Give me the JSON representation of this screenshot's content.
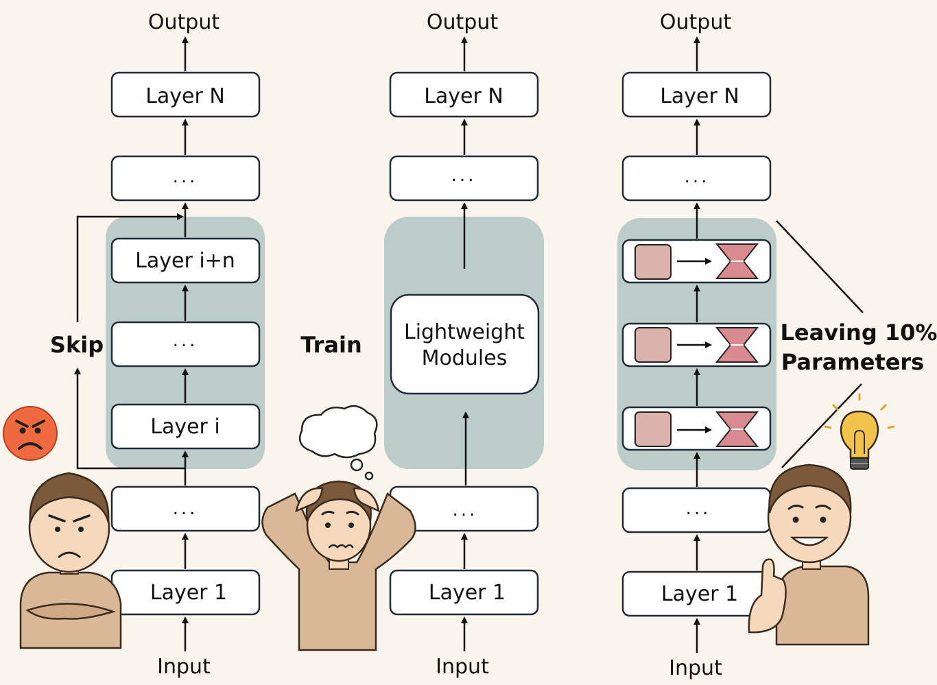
{
  "columns": [
    {
      "output_label": "Output",
      "input_label": "Input",
      "side_label": "Skip",
      "layers": [
        "Layer N",
        "...",
        "Layer i+n",
        "...",
        "Layer i",
        "...",
        "Layer 1"
      ]
    },
    {
      "output_label": "Output",
      "input_label": "Input",
      "side_label": "Train",
      "layers": [
        "Layer N",
        "...",
        "...",
        "Layer 1"
      ],
      "module_label_1": "Lightweight",
      "module_label_2": "Modules"
    },
    {
      "output_label": "Output",
      "input_label": "Input",
      "side_label_1": "Leaving 10%",
      "side_label_2": "Parameters",
      "layers": [
        "Layer N",
        "...",
        "...",
        "Layer 1"
      ]
    }
  ],
  "colors": {
    "background": "#faf5ec",
    "highlight_panel": "#bccdc9",
    "box_stroke": "#1f2a37",
    "pruned_square": "#dbb3aa",
    "hourglass": "#d98b8f",
    "angry_face": "#ef6a3f",
    "sweater": "#d9b898",
    "hair": "#7b5a3c",
    "skin": "#f6d9bd",
    "bulb": "#f3c44b"
  }
}
